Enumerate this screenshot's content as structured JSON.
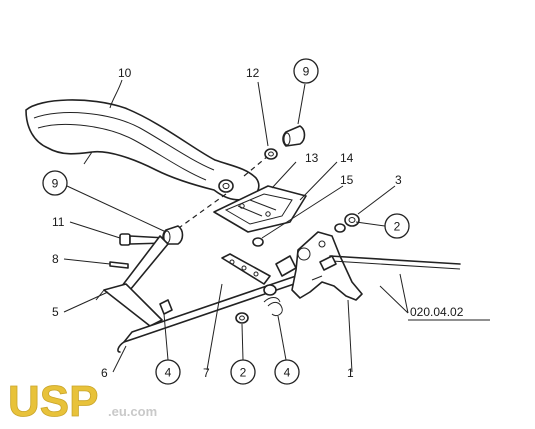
{
  "diagram": {
    "part_labels": {
      "p1": "1",
      "p3": "3",
      "p5": "5",
      "p6": "6",
      "p7": "7",
      "p8": "8",
      "p10": "10",
      "p11": "11",
      "p12": "12",
      "p13": "13",
      "p14": "14",
      "p15": "15"
    },
    "circled_labels": {
      "c9_top": "9",
      "c9_left": "9",
      "c2_right": "2",
      "c2_bottom": "2",
      "c4_left": "4",
      "c4_bottom": "4"
    },
    "reference": "020.04.02"
  },
  "logo": {
    "text": "USP",
    "suffix": ".eu.com",
    "colors": {
      "letters": "#e8c23a",
      "suffix": "#c9c9c9"
    }
  }
}
